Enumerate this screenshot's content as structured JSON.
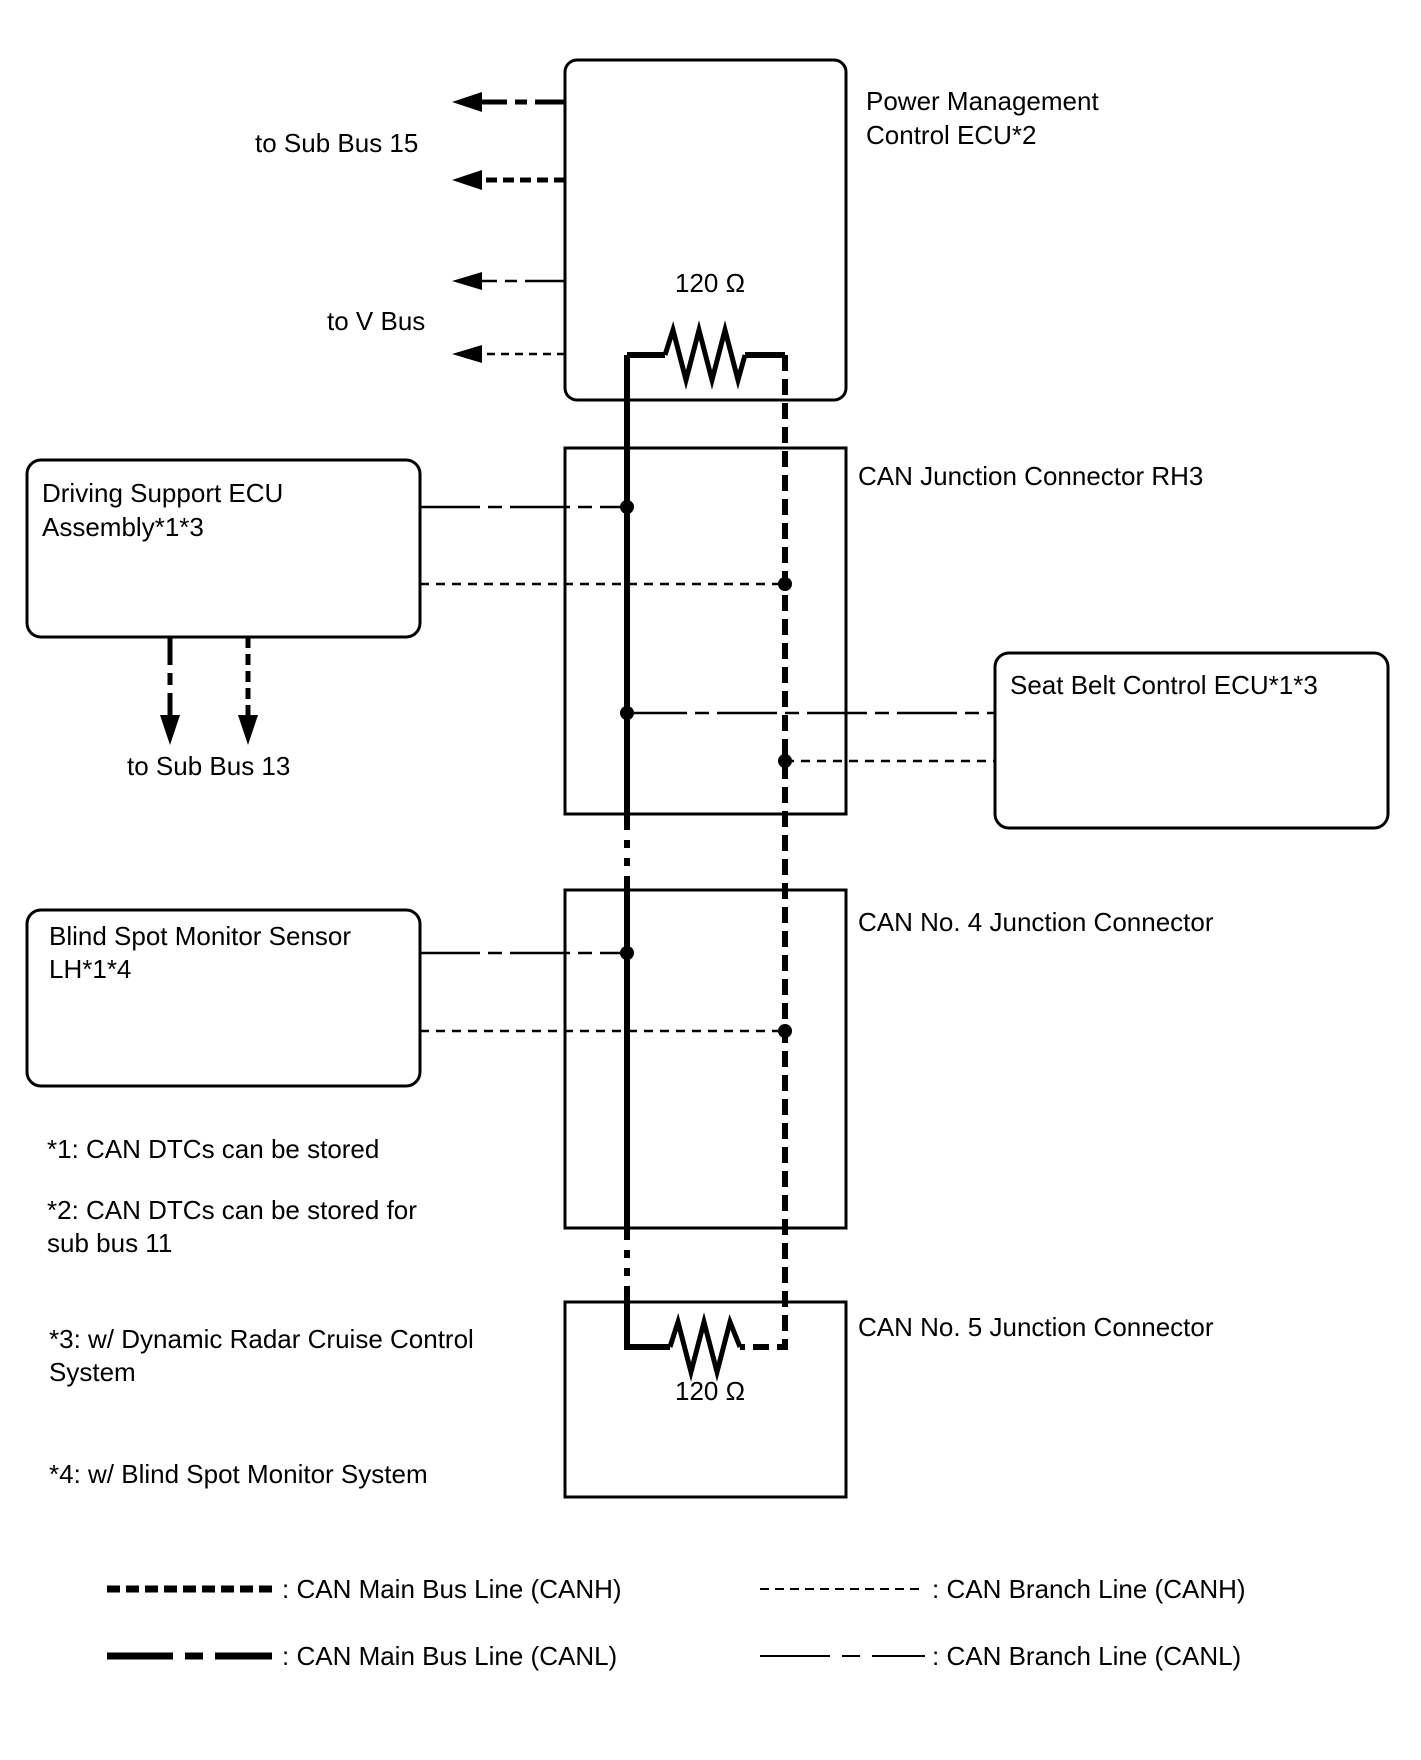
{
  "components": {
    "pmecu": {
      "line1": "Power Management",
      "line2": "Control ECU*2"
    },
    "rh3": {
      "label": "CAN Junction Connector RH3"
    },
    "no4": {
      "label": "CAN No. 4 Junction Connector"
    },
    "no5": {
      "label": "CAN No. 5 Junction Connector"
    },
    "dsecu": {
      "line1": "Driving Support ECU",
      "line2": "Assembly*1*3"
    },
    "seatbelt": {
      "label": "Seat Belt Control ECU*1*3"
    },
    "bsm": {
      "line1": "Blind Spot Monitor Sensor",
      "line2": "LH*1*4"
    }
  },
  "resistors": {
    "top": "120 Ω",
    "bottom": "120 Ω"
  },
  "bus_labels": {
    "sub15": "to Sub Bus 15",
    "vbus": "to V Bus",
    "sub13": "to Sub Bus 13"
  },
  "notes": {
    "n1": "*1: CAN DTCs can be stored",
    "n2_line1": "*2: CAN DTCs can be stored for",
    "n2_line2": "sub bus 11",
    "n3_line1": "*3: w/ Dynamic Radar Cruise Control",
    "n3_line2": "System",
    "n4": "*4: w/ Blind Spot Monitor System"
  },
  "legend": {
    "main_canh": ": CAN Main Bus Line (CANH)",
    "main_canl": ": CAN Main Bus Line (CANL)",
    "branch_canh": ": CAN Branch Line (CANH)",
    "branch_canl": ": CAN Branch Line (CANL)"
  }
}
